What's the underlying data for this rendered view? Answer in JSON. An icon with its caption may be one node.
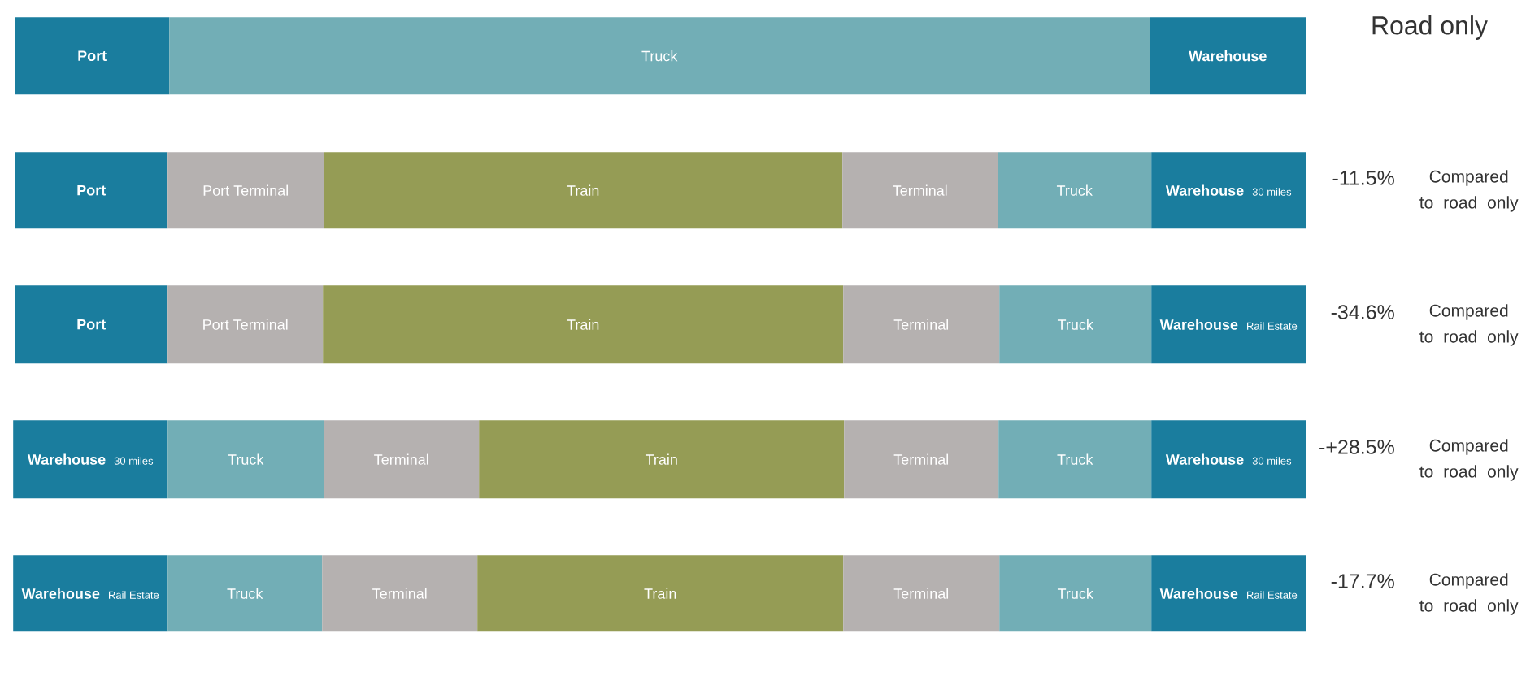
{
  "diagram": {
    "nodes": [
      {
        "text": [
          "Port"
        ]
      },
      {
        "text": [
          "Truck"
        ]
      },
      {
        "text": [
          "Warehouse"
        ]
      },
      {
        "text": [
          "Port"
        ]
      },
      {
        "text": [
          "Port Terminal"
        ]
      },
      {
        "text": [
          "Train"
        ]
      },
      {
        "text": [
          "Terminal"
        ]
      },
      {
        "text": [
          "Truck"
        ]
      },
      {
        "text": [
          "Warehouse",
          "30 miles"
        ]
      },
      {
        "text": [
          "Port"
        ]
      },
      {
        "text": [
          "Port Terminal"
        ]
      },
      {
        "text": [
          "Train"
        ]
      },
      {
        "text": [
          "Terminal"
        ]
      },
      {
        "text": [
          "Truck"
        ]
      },
      {
        "text": [
          "Warehouse",
          "Rail Estate"
        ]
      },
      {
        "text": [
          "Warehouse",
          "30 miles"
        ]
      },
      {
        "text": [
          "Truck"
        ]
      },
      {
        "text": [
          "Terminal"
        ]
      },
      {
        "text": [
          "Train"
        ]
      },
      {
        "text": [
          "Terminal"
        ]
      },
      {
        "text": [
          "Truck"
        ]
      },
      {
        "text": [
          "Warehouse",
          "30 miles"
        ]
      },
      {
        "text": [
          "Warehouse",
          "Rail Estate"
        ]
      },
      {
        "text": [
          "Truck"
        ]
      },
      {
        "text": [
          "Terminal"
        ]
      },
      {
        "text": [
          "Train"
        ]
      },
      {
        "text": [
          "Terminal"
        ]
      },
      {
        "text": [
          "Truck"
        ]
      },
      {
        "text": [
          "Warehouse",
          "Rail Estate"
        ]
      }
    ],
    "labels": [
      "Road only",
      "-11.5%",
      "Compared to road only",
      "-34.6%",
      "Compared to road only",
      "-+28.5%",
      "Compared to road only",
      "-17.7%",
      "Compared to road only"
    ]
  }
}
